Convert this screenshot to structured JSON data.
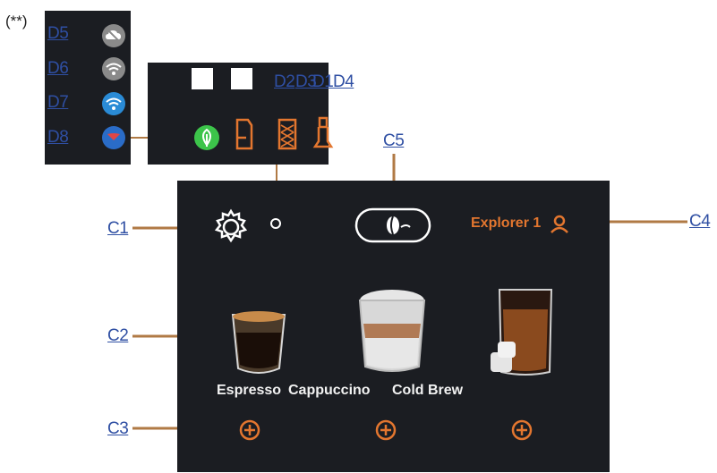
{
  "note": "(**)",
  "callouts": {
    "c1": "C1",
    "c2": "C2",
    "c3": "C3",
    "c4": "C4",
    "c5": "C5",
    "d2": "D2",
    "d3": "D3",
    "d1": "D1",
    "d4": "D4",
    "d5": "D5",
    "d6": "D6",
    "d7": "D7",
    "d8": "D8"
  },
  "screen": {
    "user_label": "Explorer 1",
    "drinks": [
      {
        "label": "Espresso"
      },
      {
        "label": "Cappuccino"
      },
      {
        "label": "Cold Brew"
      }
    ]
  },
  "colors": {
    "panel": "#1b1d22",
    "leader": "#b07a45",
    "accent": "#e3762f",
    "callout": "#2f4fa3",
    "eco": "#3cc44a",
    "wifi_on": "#2a8bd6",
    "disconnected": "#8a8a8a"
  },
  "icons": {
    "settings": "gear-icon",
    "bean": "coffee-bean-icon",
    "user": "user-profile-icon",
    "add": "plus-circle-icon",
    "eco": "eco-leaf-icon",
    "tank": "water-tank-icon",
    "grounds": "coffee-grounds-icon",
    "spout": "milk-spout-icon",
    "cloud_off": "cloud-off-icon",
    "wifi_off": "wifi-off-icon",
    "wifi_on": "wifi-on-icon",
    "heart": "heart-icon"
  }
}
